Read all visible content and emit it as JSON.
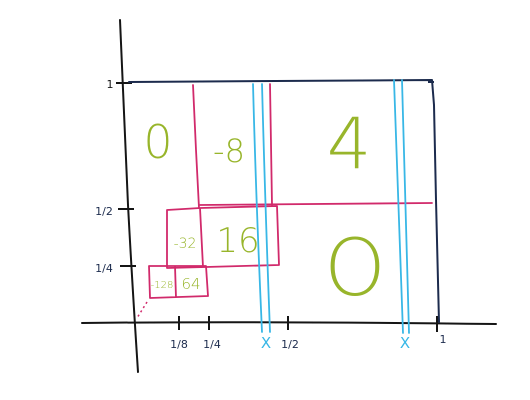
{
  "colors": {
    "axis": "#151515",
    "square": "#1c2b4d",
    "pink": "#d12a6b",
    "blue": "#38b7e6",
    "green": "#98b52b"
  },
  "axis_labels": {
    "x_one_eighth": "1/8",
    "x_one_quarter": "1/4",
    "x_marker_1": "X",
    "x_one_half": "1/2",
    "x_marker_2": "X",
    "x_one": "1",
    "y_one": "1",
    "y_half": "1/2",
    "y_quarter": "1/4"
  },
  "region_values": {
    "top_left": "0",
    "top_middle": "-8",
    "top_right": "4",
    "middle_square": "16",
    "middle_left": "-32",
    "small_left": "-128",
    "small_right": "64",
    "bottom_right": "O"
  },
  "blue_lines_label": "X"
}
